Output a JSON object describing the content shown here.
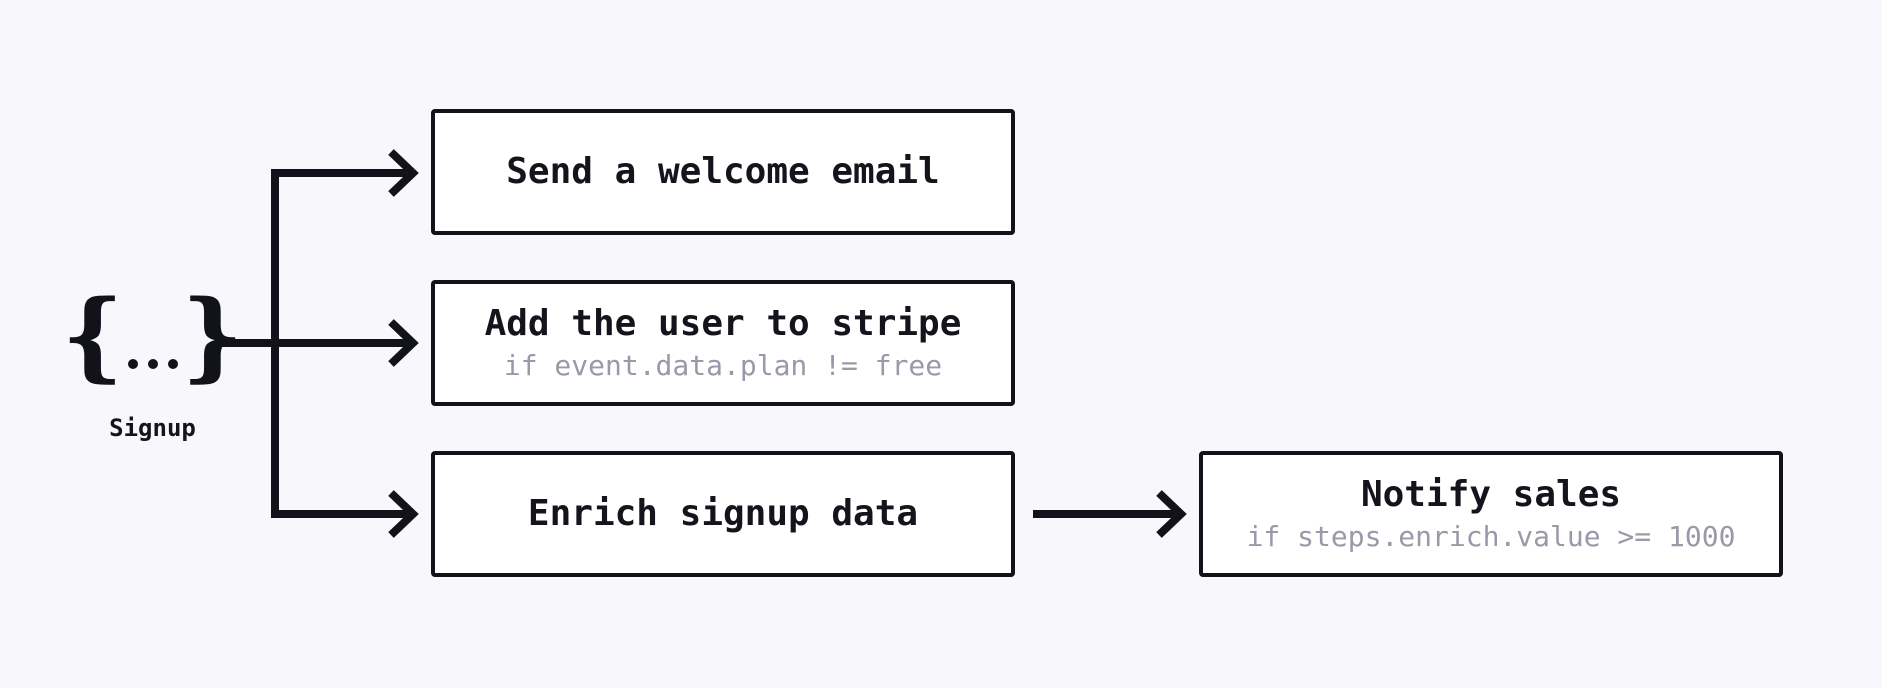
{
  "app": {
    "type": "workflow-diagram",
    "colors": {
      "background": "#f7f7fc",
      "ink": "#12121b",
      "node_background": "#ffffff",
      "condition_text": "#999aa9"
    }
  },
  "trigger": {
    "icon": "event-braces-icon",
    "brace_open": "{",
    "brace_close": "}",
    "label": "Signup"
  },
  "steps": [
    {
      "id": "welcome-email",
      "title": "Send a welcome email",
      "condition": ""
    },
    {
      "id": "add-user-stripe",
      "title": "Add the user to stripe",
      "condition": "if event.data.plan != free"
    },
    {
      "id": "enrich-signup",
      "title": "Enrich signup data",
      "condition": ""
    },
    {
      "id": "notify-sales",
      "title": "Notify sales",
      "condition": "if steps.enrich.value >= 1000"
    }
  ]
}
